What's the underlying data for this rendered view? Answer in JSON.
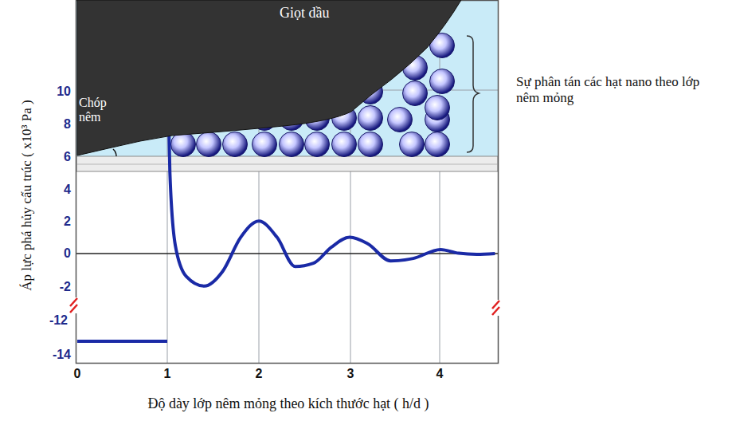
{
  "diagram": {
    "nodes": [
      {
        "text": [
          "Giọt dầu",
          "Chóp nêm"
        ]
      }
    ],
    "labels": [
      "10",
      "8",
      "6",
      "4",
      "2",
      "0",
      "-2",
      "-12",
      "-14",
      "0",
      "1",
      "2",
      "3",
      "4",
      "Áp lực phá hủy cấu trúc ( x10³ Pa )",
      "Độ dày lớp nêm mỏng theo kích thước hạt ( h/d )",
      "Sự phân tán các hạt nano theo lớp nêm mỏng"
    ]
  }
}
